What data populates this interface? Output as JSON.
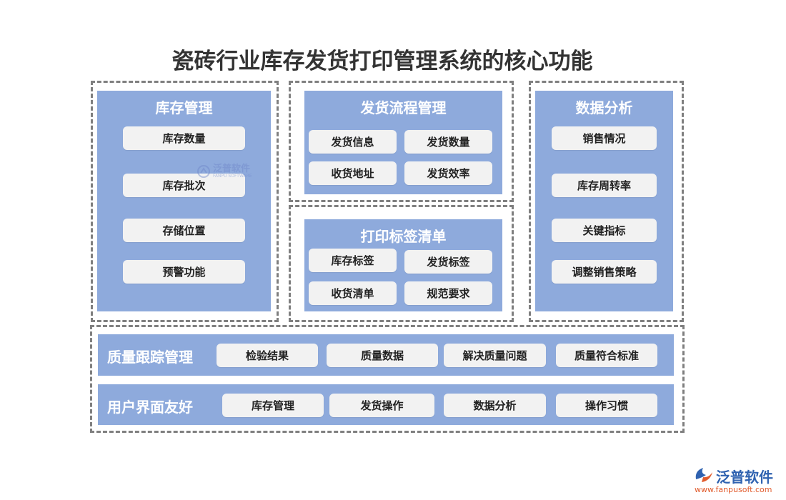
{
  "title": "瓷砖行业库存发货打印管理系统的核心功能",
  "inventory": {
    "title": "库存管理",
    "items": [
      "库存数量",
      "库存批次",
      "存储位置",
      "预警功能"
    ]
  },
  "shipping_flow": {
    "title": "发货流程管理",
    "items": [
      "发货信息",
      "发货数量",
      "收货地址",
      "发货效率"
    ]
  },
  "print_labels": {
    "title": "打印标签清单",
    "items": [
      "库存标签",
      "发货标签",
      "收货清单",
      "规范要求"
    ]
  },
  "data_analysis": {
    "title": "数据分析",
    "items": [
      "销售情况",
      "库存周转率",
      "关键指标",
      "调整销售策略"
    ]
  },
  "quality": {
    "title": "质量跟踪管理",
    "items": [
      "检验结果",
      "质量数据",
      "解决质量问题",
      "质量符合标准"
    ]
  },
  "ui_friendly": {
    "title": "用户界面友好",
    "items": [
      "库存管理",
      "发货操作",
      "数据分析",
      "操作习惯"
    ]
  },
  "watermark": {
    "name": "泛普软件",
    "sub": "FANPU SOFTWARE"
  },
  "logo": {
    "name": "泛普软件",
    "url": "www.fanpusoft.com"
  },
  "colors": {
    "panel": "#8eaadc",
    "pill": "#f2f2f2",
    "dash_border": "#7f7f7f",
    "title_text": "#333333",
    "logo_blue": "#2f62b0",
    "logo_orange": "#e15b2c"
  }
}
